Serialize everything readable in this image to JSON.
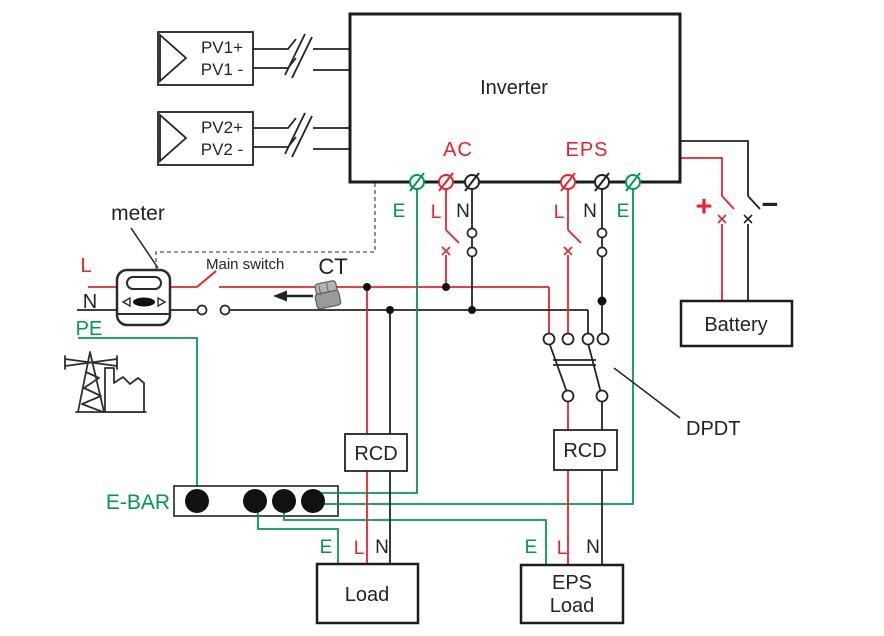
{
  "colors": {
    "wire_red": "#e8232b",
    "wire_green": "#009a54",
    "wire_black": "#232323",
    "ct_gray": "#a6a6a6",
    "background": "#ffffff"
  },
  "icons": {
    "grid": "grid-tower-icon",
    "ct": "ct-clamp-icon",
    "meter": "energy-meter-icon",
    "pv_connector": "pv-connector-icon",
    "ebar_terminal": "terminal-dot-icon"
  },
  "pv": {
    "pv1_plus": "PV1+",
    "pv1_minus": "PV1 -",
    "pv2_plus": "PV2+",
    "pv2_minus": "PV2 -"
  },
  "inverter": {
    "title": "Inverter",
    "ac": "AC",
    "eps": "EPS",
    "ac_terminals": {
      "e": "E",
      "l": "L",
      "n": "N"
    },
    "eps_terminals": {
      "l": "L",
      "n": "N",
      "e": "E"
    }
  },
  "grid": {
    "l": "L",
    "n": "N",
    "pe": "PE",
    "meter": "meter",
    "main_switch": "Main switch",
    "ct": "CT"
  },
  "battery": {
    "title": "Battery",
    "plus": "+",
    "minus": "−"
  },
  "distribution": {
    "ebar": "E-BAR",
    "rcd_load": "RCD",
    "rcd_eps": "RCD",
    "dpdt": "DPDT"
  },
  "load": {
    "title": "Load",
    "e": "E",
    "l": "L",
    "n": "N"
  },
  "eps_load": {
    "line1": "EPS",
    "line2": "Load",
    "e": "E",
    "l": "L",
    "n": "N"
  }
}
